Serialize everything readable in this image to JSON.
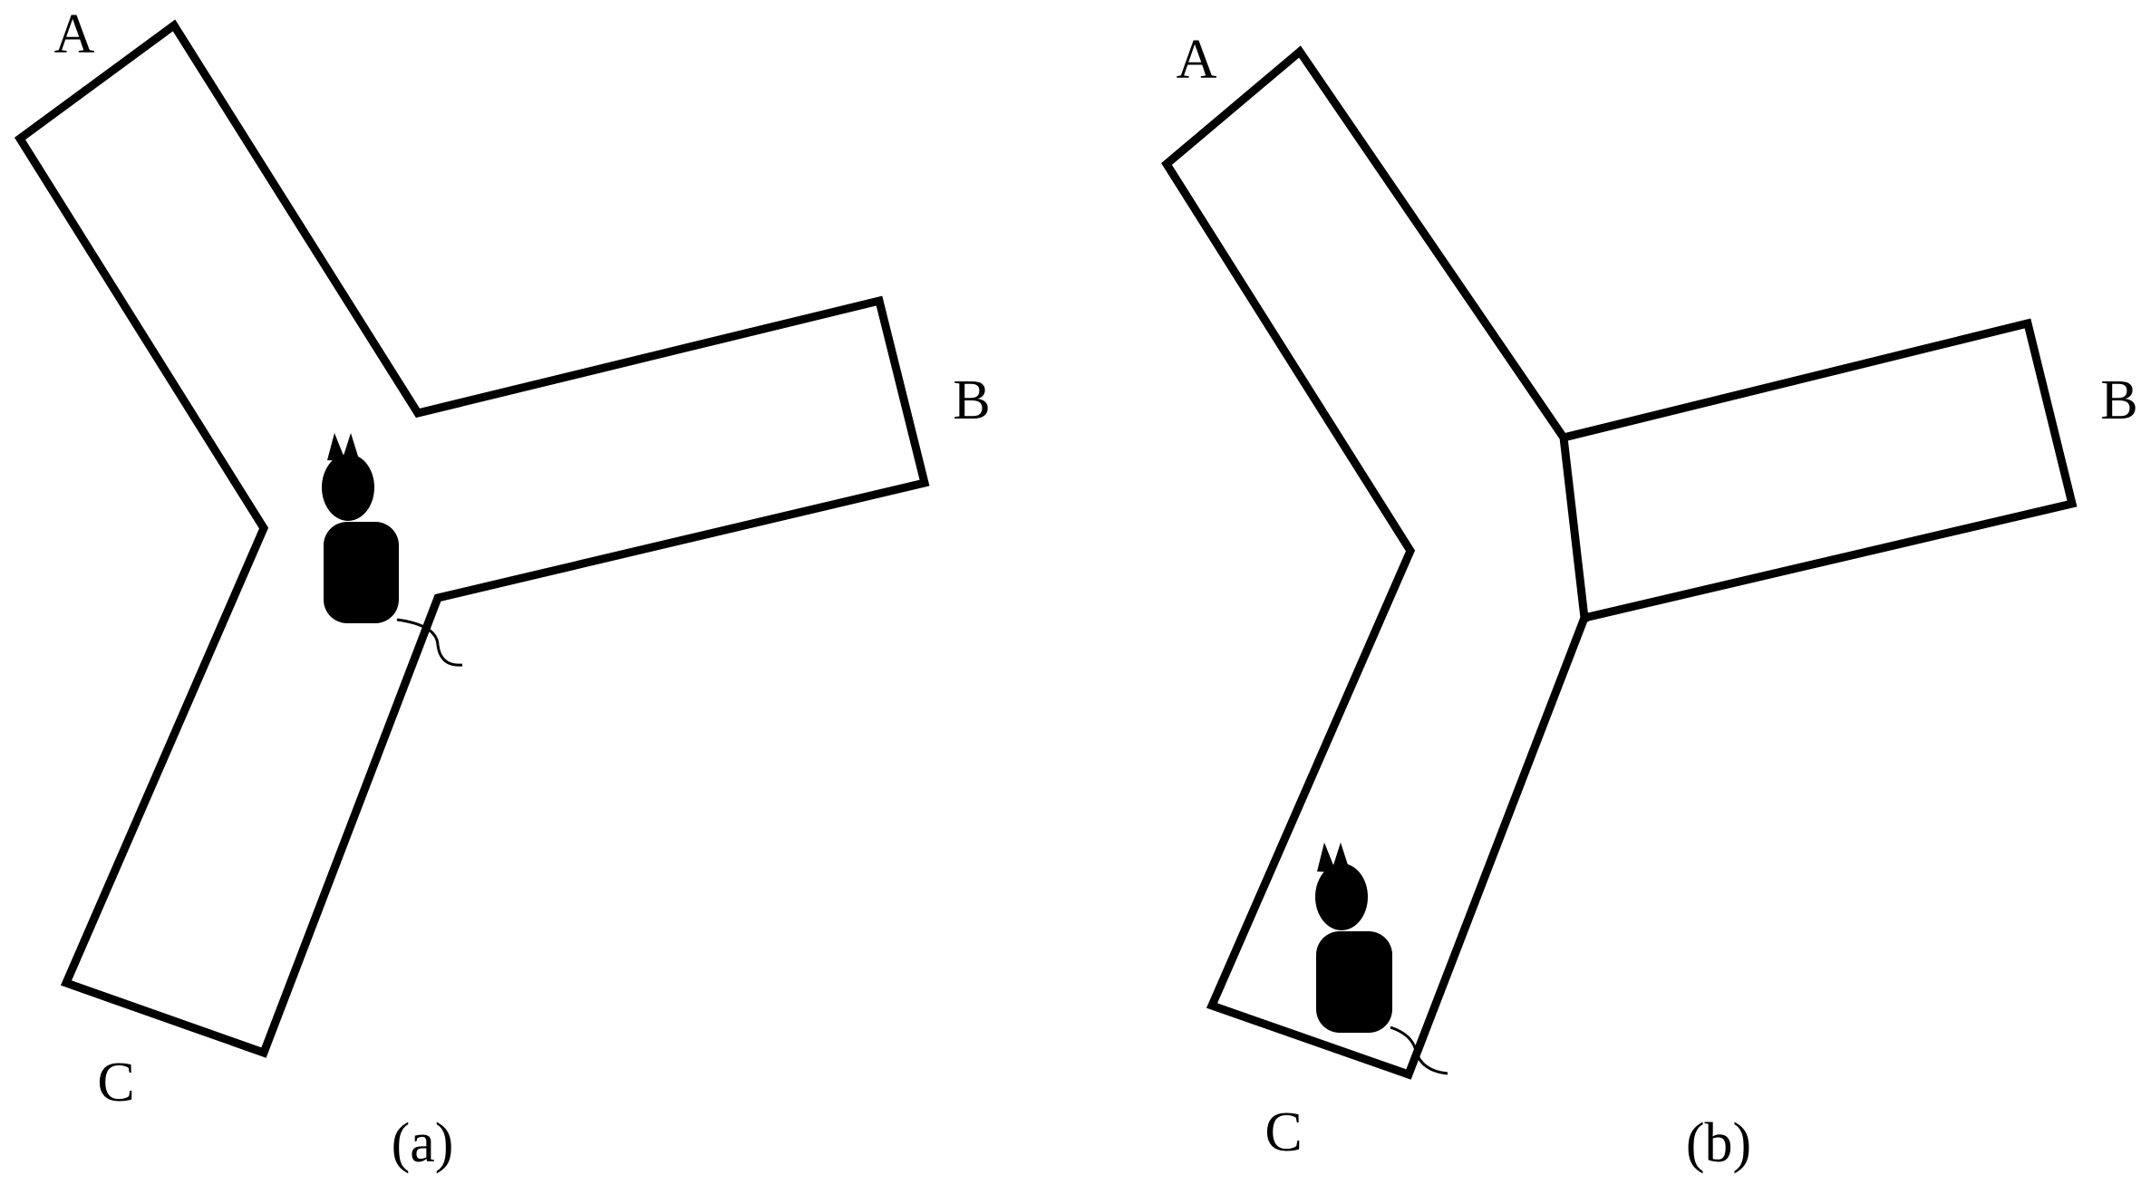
{
  "panels": [
    {
      "caption": "(a)",
      "arm_labels": {
        "A": "A",
        "B": "B",
        "C": "C"
      },
      "rat_location": "junction center"
    },
    {
      "caption": "(b)",
      "arm_labels": {
        "A": "A",
        "B": "B",
        "C": "C"
      },
      "rat_location": "end of arm C"
    }
  ],
  "colors": {
    "line": "#000000",
    "background": "#ffffff",
    "rat": "#000000"
  }
}
